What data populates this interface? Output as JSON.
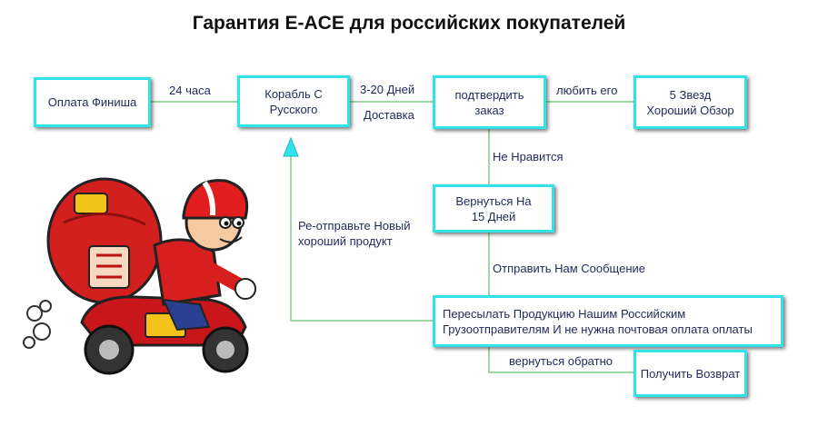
{
  "title": "Гарантия E-ACE для российских покупателей",
  "boxes": {
    "payment": "Оплата Финиша",
    "ship": [
      "Корабль С",
      "Русского"
    ],
    "confirm": [
      "подтвердить",
      "заказ"
    ],
    "stars": [
      "5 Звезд",
      "Хороший Обзор"
    ],
    "return15": [
      "Вернуться На",
      "15 Дней"
    ],
    "forward": [
      "Пересылать Продукцию Нашим Российским",
      "Грузоотправителям И не нужна почтовая оплата оплаты"
    ],
    "refund": "Получить Возврат"
  },
  "labels": {
    "hours": "24 часа",
    "days": "3-20 Дней",
    "delivery": "Доставка",
    "like": "любить его",
    "dislike": "Не Нравится",
    "resend": [
      "Ре-отправьте Новый",
      "хороший продукт"
    ],
    "message": "Отправить Нам Сообщение",
    "goback": "вернуться обратно"
  },
  "colors": {
    "box_border": "#2fe3e8",
    "line": "#9fd9a3",
    "text": "#1f2a5a"
  },
  "illustration": "courier-scooter-icon"
}
